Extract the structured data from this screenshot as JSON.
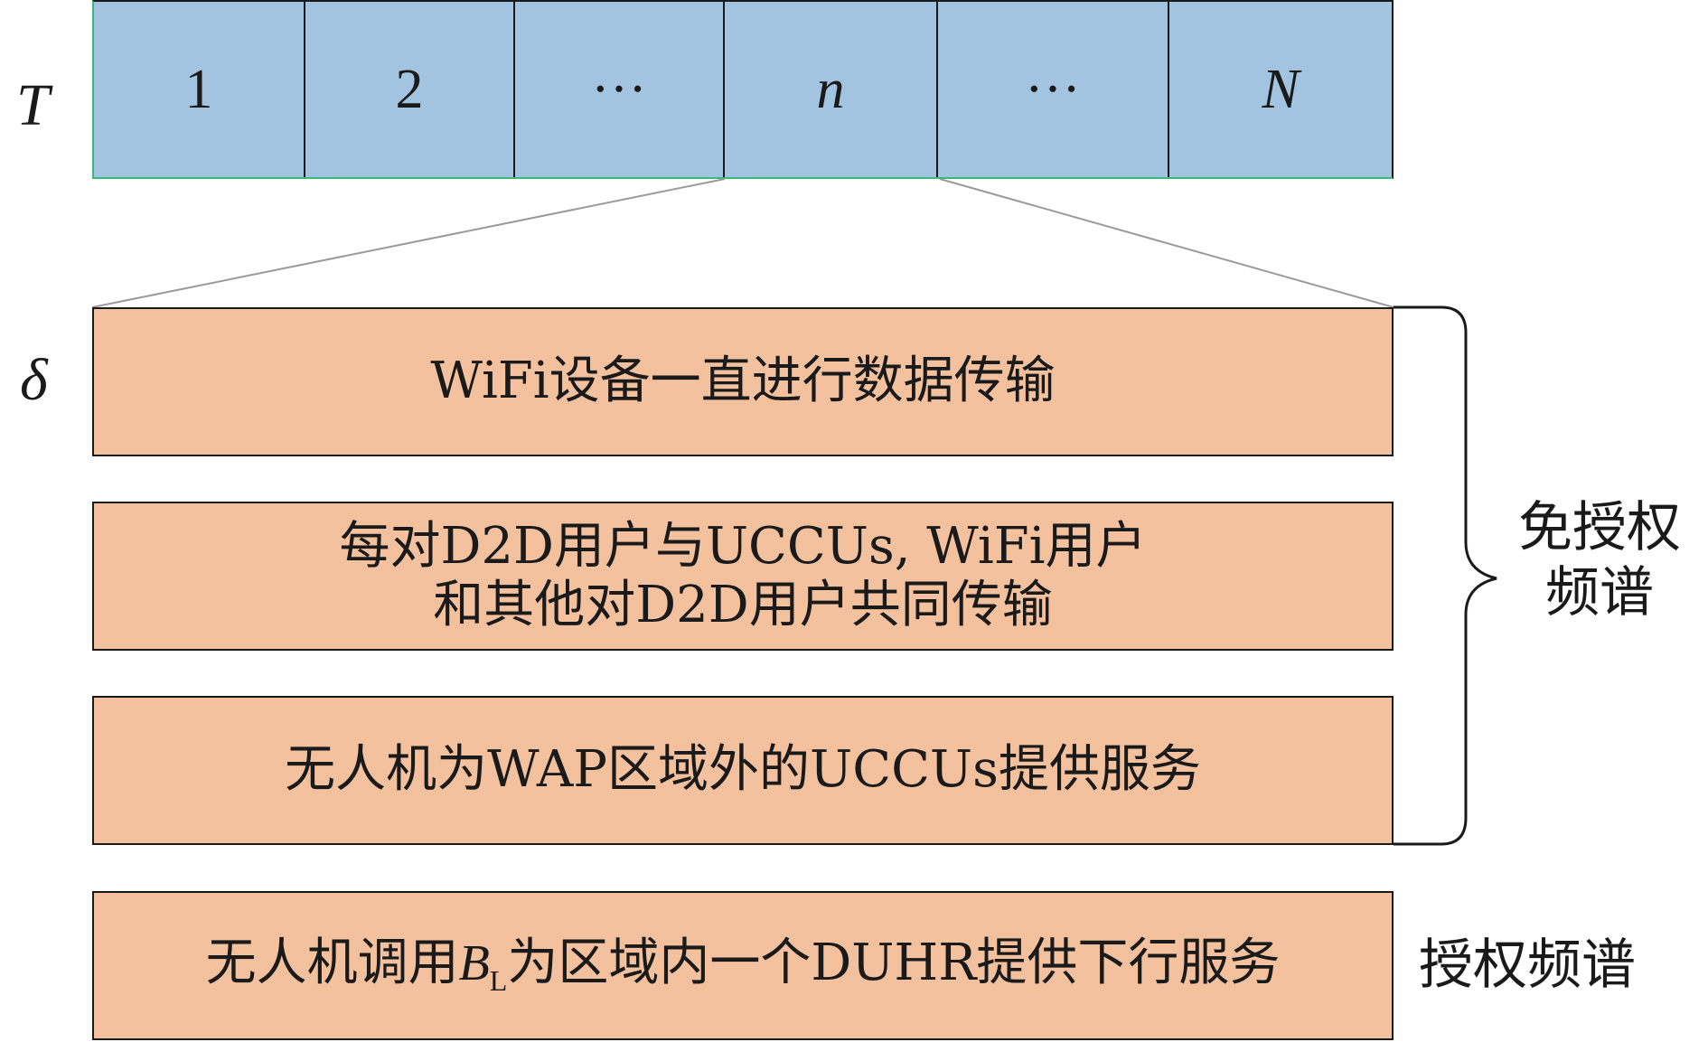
{
  "labels": {
    "period": "T",
    "subslot": "δ"
  },
  "slots": [
    {
      "text": "1",
      "italic": false
    },
    {
      "text": "2",
      "italic": false
    },
    {
      "text": "···",
      "italic": false
    },
    {
      "text": "n",
      "italic": true
    },
    {
      "text": "···",
      "italic": false
    },
    {
      "text": "N",
      "italic": true
    }
  ],
  "phases": [
    {
      "lines": [
        "WiFi设备一直进行数据传输"
      ]
    },
    {
      "lines": [
        "每对D2D用户与UCCUs, WiFi用户",
        "和其他对D2D用户共同传输"
      ]
    },
    {
      "lines": [
        "无人机为WAP区域外的UCCUs提供服务"
      ]
    },
    {
      "lines": [
        "无人机调用Bₗ为区域内一个DUHR提供下行服务"
      ]
    }
  ],
  "phase4_parts": {
    "before": "无人机调用",
    "symbol": "B",
    "subscript": "L",
    "after": "为区域内一个DUHR提供下行服务"
  },
  "spectrum": {
    "unlicensed_line1": "免授权",
    "unlicensed_line2": "频谱",
    "licensed": "授权频谱"
  },
  "colors": {
    "slot_fill": "#a2c4e0",
    "phase_fill": "#f4c19e",
    "accent_green": "#3cb878",
    "stroke": "#1a1a1a"
  }
}
